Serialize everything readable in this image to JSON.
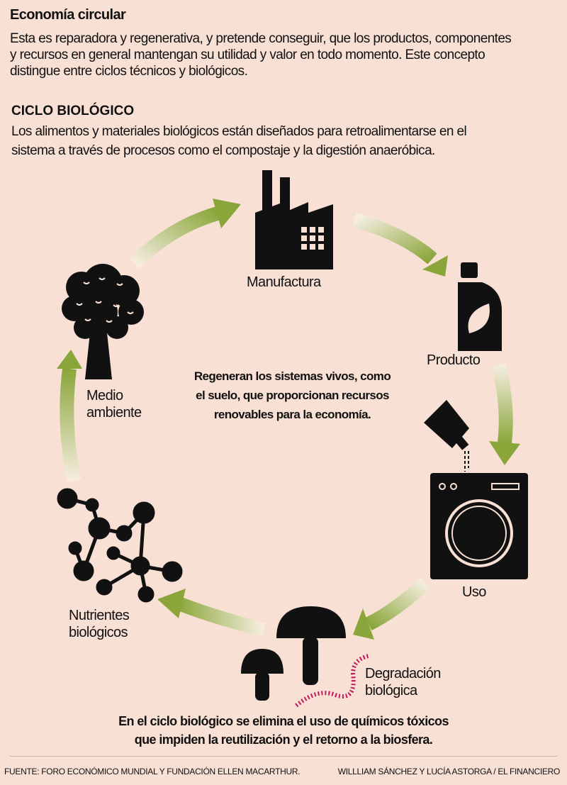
{
  "header": {
    "title": "Economía circular",
    "intro": [
      "Esta es reparadora y regenerativa, y pretende conseguir, que los productos, componentes",
      "y recursos en general mantengan su utilidad y valor en todo momento. Este concepto",
      "distingue entre ciclos técnicos y biológicos."
    ]
  },
  "section": {
    "title": "CICLO BIOLÓGICO",
    "desc": [
      "Los alimentos y materiales biológicos están diseñados para retroalimentarse en el",
      "sistema a través de procesos como el compostaje y la digestión anaeróbica."
    ]
  },
  "cycle": {
    "manufactura": "Manufactura",
    "producto": "Producto",
    "uso": "Uso",
    "degradacion": [
      "Degradación",
      "biológica"
    ],
    "nutrientes": [
      "Nutrientes",
      "biológicos"
    ],
    "medio": [
      "Medio",
      "ambiente"
    ],
    "center": "Regeneran los sistemas vivos, como el suelo, que proporcionan recursos renovables para la economía."
  },
  "bottom": [
    "En el ciclo biológico se elimina el uso de químicos tóxicos",
    "que impiden la reutilización y el retorno a la biosfera."
  ],
  "footer": {
    "source": "FUENTE: FORO ECONÓMICO MUNDIAL Y FUNDACIÓN ELLEN MACARTHUR.",
    "credit": "WILLLIAM SÁNCHEZ Y LUCÍA ASTORGA / EL FINANCIERO"
  },
  "colors": {
    "background": "#f9e0d5",
    "arrow": "#8aa63a",
    "worm": "#c2185b"
  }
}
